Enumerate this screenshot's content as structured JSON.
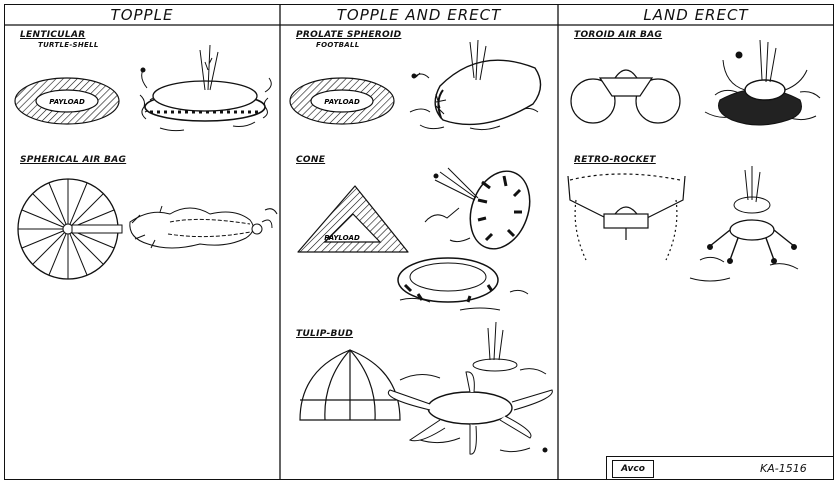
{
  "columns": {
    "topple": "TOPPLE",
    "topple_erect": "TOPPLE AND ERECT",
    "land_erect": "LAND ERECT"
  },
  "concepts": {
    "lenticular": {
      "label": "LENTICULAR",
      "sublabel": "TURTLE-SHELL",
      "payload": "PAYLOAD"
    },
    "spherical_air_bag": {
      "label": "SPHERICAL AIR BAG"
    },
    "prolate_spheroid": {
      "label": "PROLATE SPHEROID",
      "sublabel": "FOOTBALL",
      "payload": "PAYLOAD"
    },
    "cone": {
      "label": "CONE",
      "payload": "PAYLOAD"
    },
    "tulip_bud": {
      "label": "TULIP-BUD"
    },
    "toroid_air_bag": {
      "label": "TOROID AIR BAG"
    },
    "retro_rocket": {
      "label": "RETRO-ROCKET"
    }
  },
  "title_block": {
    "company": "Avco",
    "drawing_number": "KA-1516"
  },
  "colors": {
    "ink": "#111111",
    "paper": "#ffffff"
  }
}
